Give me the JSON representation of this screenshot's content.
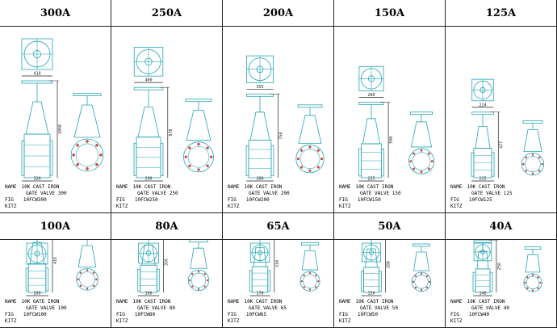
{
  "colors": {
    "line": "#27a4b5",
    "flange": "#d0463e",
    "dim": "#222222"
  },
  "rows": [
    [
      {
        "size": "300A",
        "name": "10K CAST IRON",
        "type": "GATE VALVE 300",
        "fig": "10FCW300",
        "brand": "KITZ",
        "dims": [
          "410",
          "1050",
          "320"
        ]
      },
      {
        "size": "250A",
        "name": "10K CAST IRON",
        "type": "GATE VALVE 250",
        "fig": "10FCW250",
        "brand": "KITZ",
        "dims": [
          "400",
          "870",
          "290"
        ]
      },
      {
        "size": "200A",
        "name": "10K CAST IRON",
        "type": "GATE VALVE 200",
        "fig": "10FCW200",
        "brand": "KITZ",
        "dims": [
          "355",
          "750",
          "260"
        ]
      },
      {
        "size": "150A",
        "name": "10K CAST IRON",
        "type": "GATE VALVE 150",
        "fig": "10FCW150",
        "brand": "KITZ",
        "dims": [
          "280",
          "590",
          "235"
        ]
      },
      {
        "size": "125A",
        "name": "10K CAST IRON",
        "type": "GATE VALVE 125",
        "fig": "10FCW125",
        "brand": "KITZ",
        "dims": [
          "224",
          "477",
          "225"
        ]
      }
    ],
    [
      {
        "size": "100A",
        "name": "10K GATE IRON",
        "type": "GATE VALVE 100",
        "fig": "10FCW100",
        "brand": "KITZ",
        "dims": [
          "224",
          "416",
          "200"
        ]
      },
      {
        "size": "80A",
        "name": "10K CAST IRON",
        "type": "GATE VALVE 80",
        "fig": "10FCW80",
        "brand": "KITZ",
        "dims": [
          "180",
          "356",
          "190"
        ]
      },
      {
        "size": "65A",
        "name": "10K CAST IRON",
        "type": "GATE VALVE 65",
        "fig": "10FCW65",
        "brand": "KITZ",
        "dims": [
          "180",
          "310",
          "170"
        ]
      },
      {
        "size": "50A",
        "name": "10K CAST IRON",
        "type": "GATE VALVE 50",
        "fig": "10FCW50",
        "brand": "KITZ",
        "dims": [
          "160",
          "288",
          "150"
        ]
      },
      {
        "size": "40A",
        "name": "10K CAST IRON",
        "type": "GATE VALVE 40",
        "fig": "10FCW40",
        "brand": "KITZ",
        "dims": [
          "125",
          "256",
          "140"
        ]
      }
    ]
  ],
  "labels": {
    "name": "NAME",
    "fig": "FIG"
  }
}
